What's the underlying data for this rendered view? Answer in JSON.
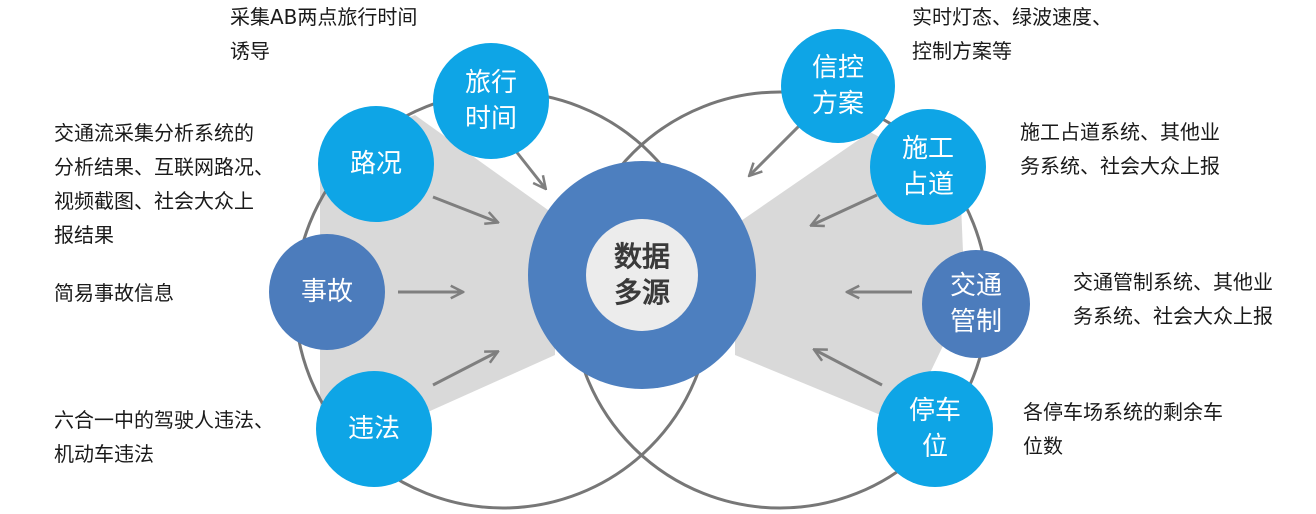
{
  "center": {
    "line1": "数据",
    "line2": "多源"
  },
  "left_nodes": [
    {
      "id": "travel-time",
      "line1": "旅行",
      "line2": "时间"
    },
    {
      "id": "road-condition",
      "line1": "路况",
      "line2": ""
    },
    {
      "id": "accident",
      "line1": "事故",
      "line2": ""
    },
    {
      "id": "violation",
      "line1": "违法",
      "line2": ""
    }
  ],
  "right_nodes": [
    {
      "id": "signal-plan",
      "line1": "信控",
      "line2": "方案"
    },
    {
      "id": "construction",
      "line1": "施工",
      "line2": "占道"
    },
    {
      "id": "traffic-control",
      "line1": "交通",
      "line2": "管制"
    },
    {
      "id": "parking",
      "line1": "停车",
      "line2": "位"
    }
  ],
  "descriptions": {
    "travel_time": [
      "采集AB两点旅行时间",
      "诱导"
    ],
    "road_condition": [
      "交通流采集分析系统的",
      "分析结果、互联网路况、",
      "视频截图、社会大众上",
      "报结果"
    ],
    "accident": [
      "简易事故信息"
    ],
    "violation": [
      "六合一中的驾驶人违法、",
      "机动车违法"
    ],
    "signal_plan": [
      "实时灯态、绿波速度、",
      "控制方案等"
    ],
    "construction": [
      "施工占道系统、其他业",
      "务系统、社会大众上报"
    ],
    "traffic_control": [
      "交通管制系统、其他业",
      "务系统、社会大众上报"
    ],
    "parking": [
      "各停车场系统的剩余车",
      "位数"
    ]
  },
  "colors": {
    "light_node": "#0ea5e6",
    "dark_node": "#4c7cbc",
    "center_ring": "#4d7fbf",
    "center_core": "#ececec",
    "outline": "#777777",
    "wedge": "#d9d9d9",
    "arrow": "#7f7f7f"
  }
}
